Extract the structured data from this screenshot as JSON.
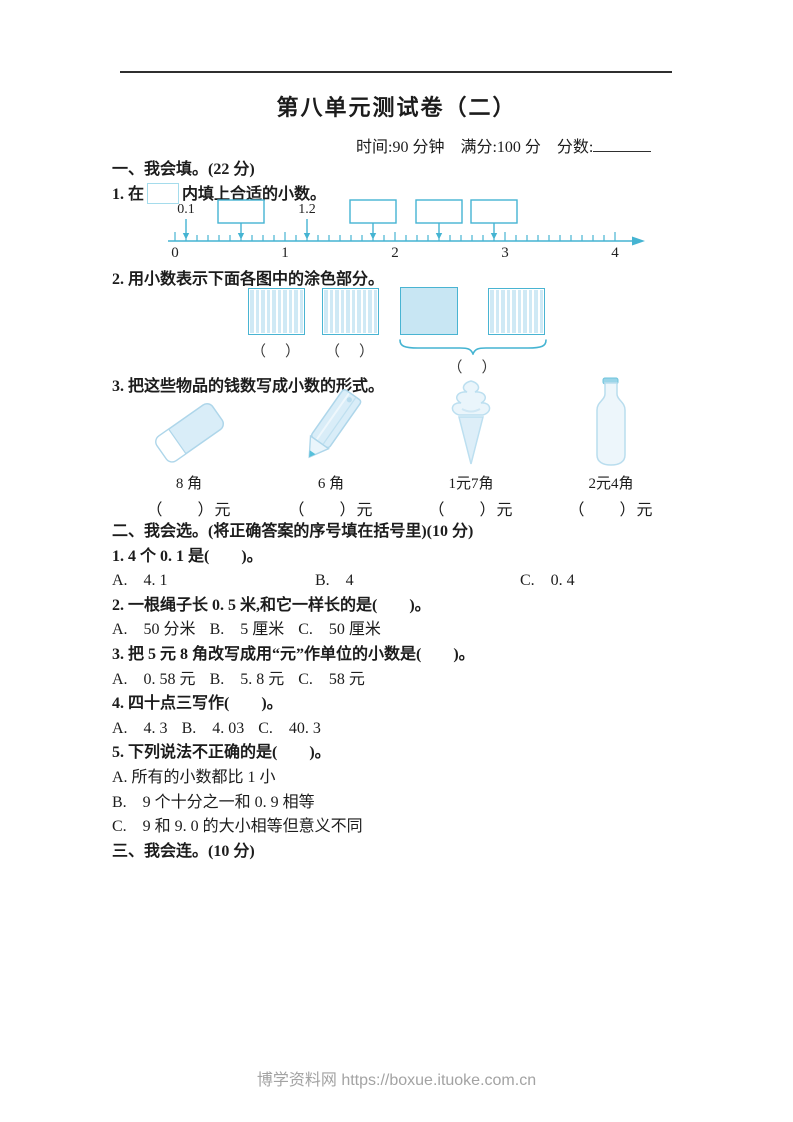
{
  "colors": {
    "accent": "#45b4d2",
    "grid_fill": "#cfe9f5",
    "solid_fill": "#c8e6f3",
    "item_fill": "#d9edf8",
    "item_stroke": "#aed6ea",
    "text": "#1c1c1c",
    "footer_text": "#a3a3a3"
  },
  "header": {
    "title": "第八单元测试卷（二）",
    "info": "时间:90 分钟　满分:100 分　分数:"
  },
  "section1": {
    "heading": "一、我会填。(22 分)",
    "q1": {
      "pre": "1. 在",
      "post": "内填上合适的小数。",
      "number_line": {
        "min": 0,
        "max": 4,
        "tick_step": 0.1,
        "axis_labels": [
          "0",
          "1",
          "2",
          "3",
          "4"
        ],
        "points": [
          {
            "value": 0.1,
            "label": "0.1"
          },
          {
            "value": 0.6,
            "box": true
          },
          {
            "value": 1.2,
            "label": "1.2"
          },
          {
            "value": 1.8,
            "box": true
          },
          {
            "value": 2.4,
            "box": true
          },
          {
            "value": 2.9,
            "box": true
          }
        ]
      }
    },
    "q2": {
      "text": "2. 用小数表示下面各图中的涂色部分。",
      "figures": [
        {
          "kind": "grid10-striped"
        },
        {
          "kind": "grid10-striped"
        },
        {
          "kind": "solid"
        },
        {
          "kind": "grid10-striped"
        }
      ],
      "blank": "（　）",
      "blank_combined": "（　）"
    },
    "q3": {
      "text": "3. 把这些物品的钱数写成小数的形式。",
      "items": [
        {
          "name": "eraser",
          "price": "8 角"
        },
        {
          "name": "pencil",
          "price": "6 角"
        },
        {
          "name": "ice-cream",
          "price": "1元7角"
        },
        {
          "name": "milk-bottle",
          "price": "2元4角"
        }
      ],
      "blank": "（　　）元"
    }
  },
  "section2": {
    "heading": "二、我会选。(将正确答案的序号填在括号里)(10 分)",
    "questions": [
      {
        "text": "1. 4 个 0. 1 是(　　)。",
        "options": [
          "A.　4. 1",
          "B.　4",
          "C.　0. 4"
        ],
        "layout": "spread"
      },
      {
        "text": "2. 一根绳子长 0. 5 米,和它一样长的是(　　)。",
        "options": [
          "A.　50 分米",
          "B.　5 厘米",
          "C.　50 厘米"
        ],
        "layout": "inline"
      },
      {
        "text": "3. 把 5 元 8 角改写成用“元”作单位的小数是(　　)。",
        "options": [
          "A.　0. 58 元",
          "B.　5. 8 元",
          "C.　58 元"
        ],
        "layout": "inline"
      },
      {
        "text": "4. 四十点三写作(　　)。",
        "options": [
          "A.　4. 3",
          "B.　4. 03",
          "C.　40. 3"
        ],
        "layout": "inline"
      },
      {
        "text": "5. 下列说法不正确的是(　　)。",
        "options": [
          "A. 所有的小数都比 1 小",
          "B.　9 个十分之一和 0. 9 相等",
          "C.　9 和 9. 0 的大小相等但意义不同"
        ],
        "layout": "stacked"
      }
    ]
  },
  "section3": {
    "heading": "三、我会连。(10 分)"
  },
  "footer": {
    "text": "博学资料网 https://boxue.ituoke.com.cn"
  }
}
